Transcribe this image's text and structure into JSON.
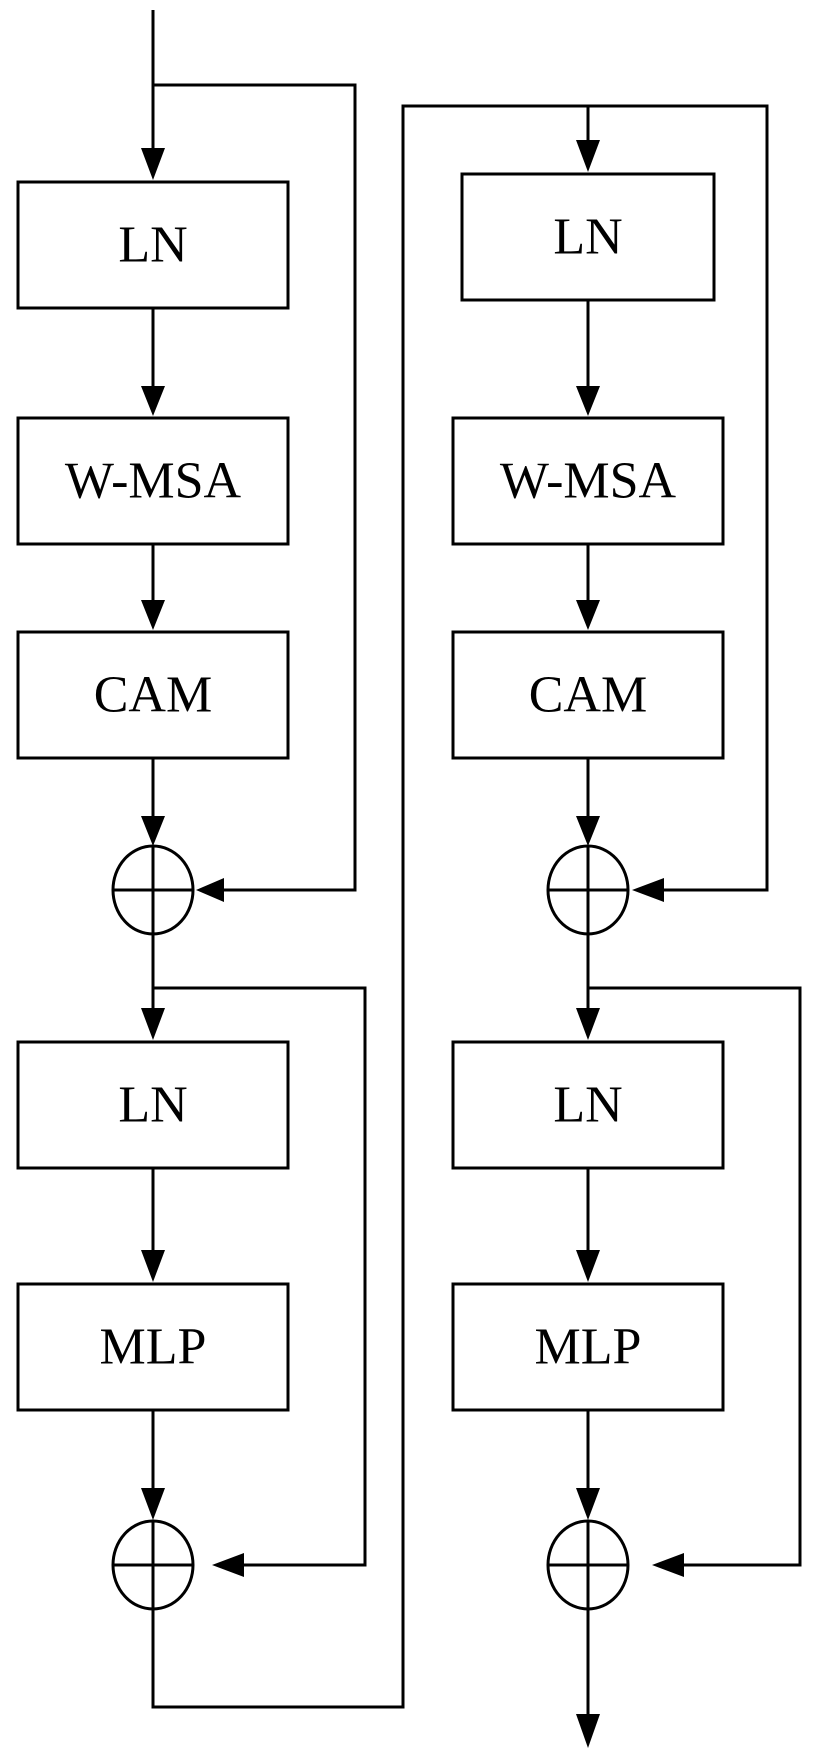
{
  "left_block": {
    "box1": "LN",
    "box2": "W-MSA",
    "box3": "CAM",
    "box4": "LN",
    "box5": "MLP"
  },
  "right_block": {
    "box1": "LN",
    "box2": "W-MSA",
    "box3": "CAM",
    "box4": "LN",
    "box5": "MLP"
  },
  "colors": {
    "line": "#000000",
    "background": "#ffffff"
  }
}
